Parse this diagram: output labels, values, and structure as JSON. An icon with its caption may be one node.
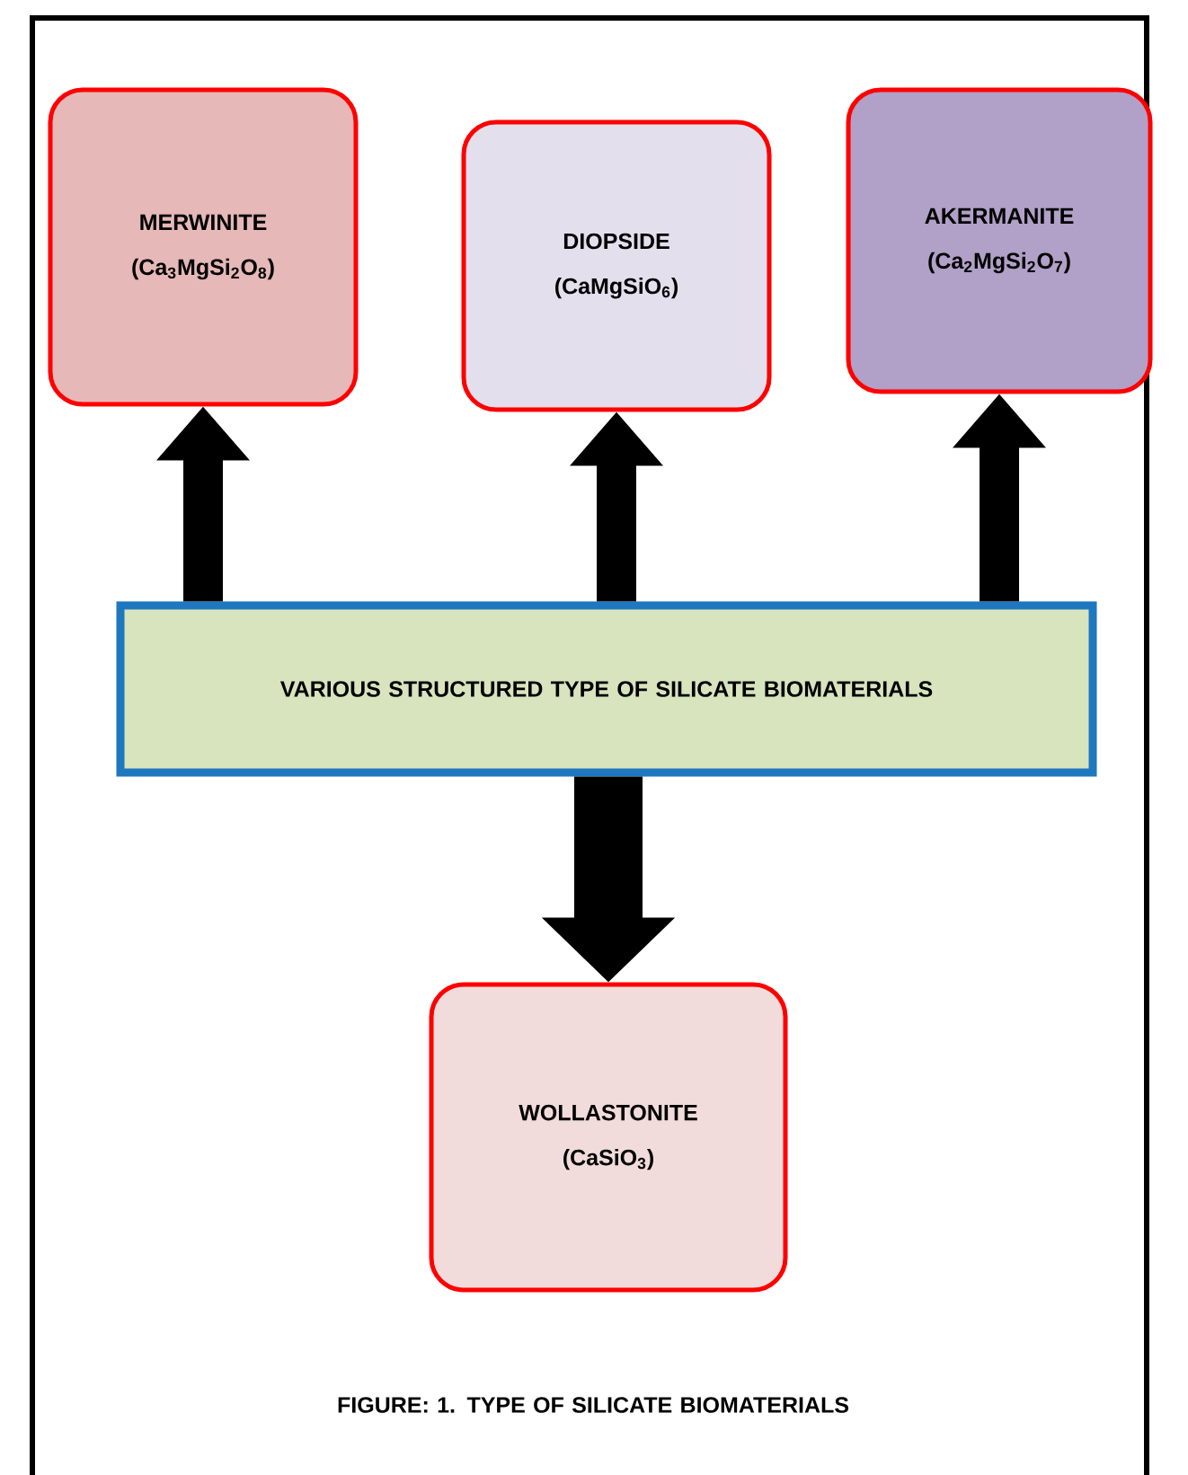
{
  "diagram": {
    "caption": "FIGURE: 1. TYPE OF SILICATE BIOMATERIALS",
    "nodes": [
      {
        "text": [
          "MERWINITE",
          "(Ca$_{3}$MgSi$_{2}$O$_{8}$)"
        ]
      },
      {
        "text": [
          "DIOPSIDE",
          "(CaMgSiO$_{6}$)"
        ]
      },
      {
        "text": [
          "AKERMANITE",
          "(Ca$_{2}$MgSi$_{2}$O$_{7}$)"
        ]
      },
      {
        "text": [
          "VARIOUS STRUCTURED TYPE OF SILICATE BIOMATERIALS"
        ]
      },
      {
        "text": [
          "WOLLASTONITE",
          "(CaSiO$_{3}$)"
        ]
      }
    ],
    "edges": [
      {
        "from": 3,
        "to": 0,
        "arrow": "to"
      },
      {
        "from": 3,
        "to": 1,
        "arrow": "to"
      },
      {
        "from": 3,
        "to": 2,
        "arrow": "to"
      },
      {
        "from": 3,
        "to": 4,
        "arrow": "to"
      }
    ]
  }
}
